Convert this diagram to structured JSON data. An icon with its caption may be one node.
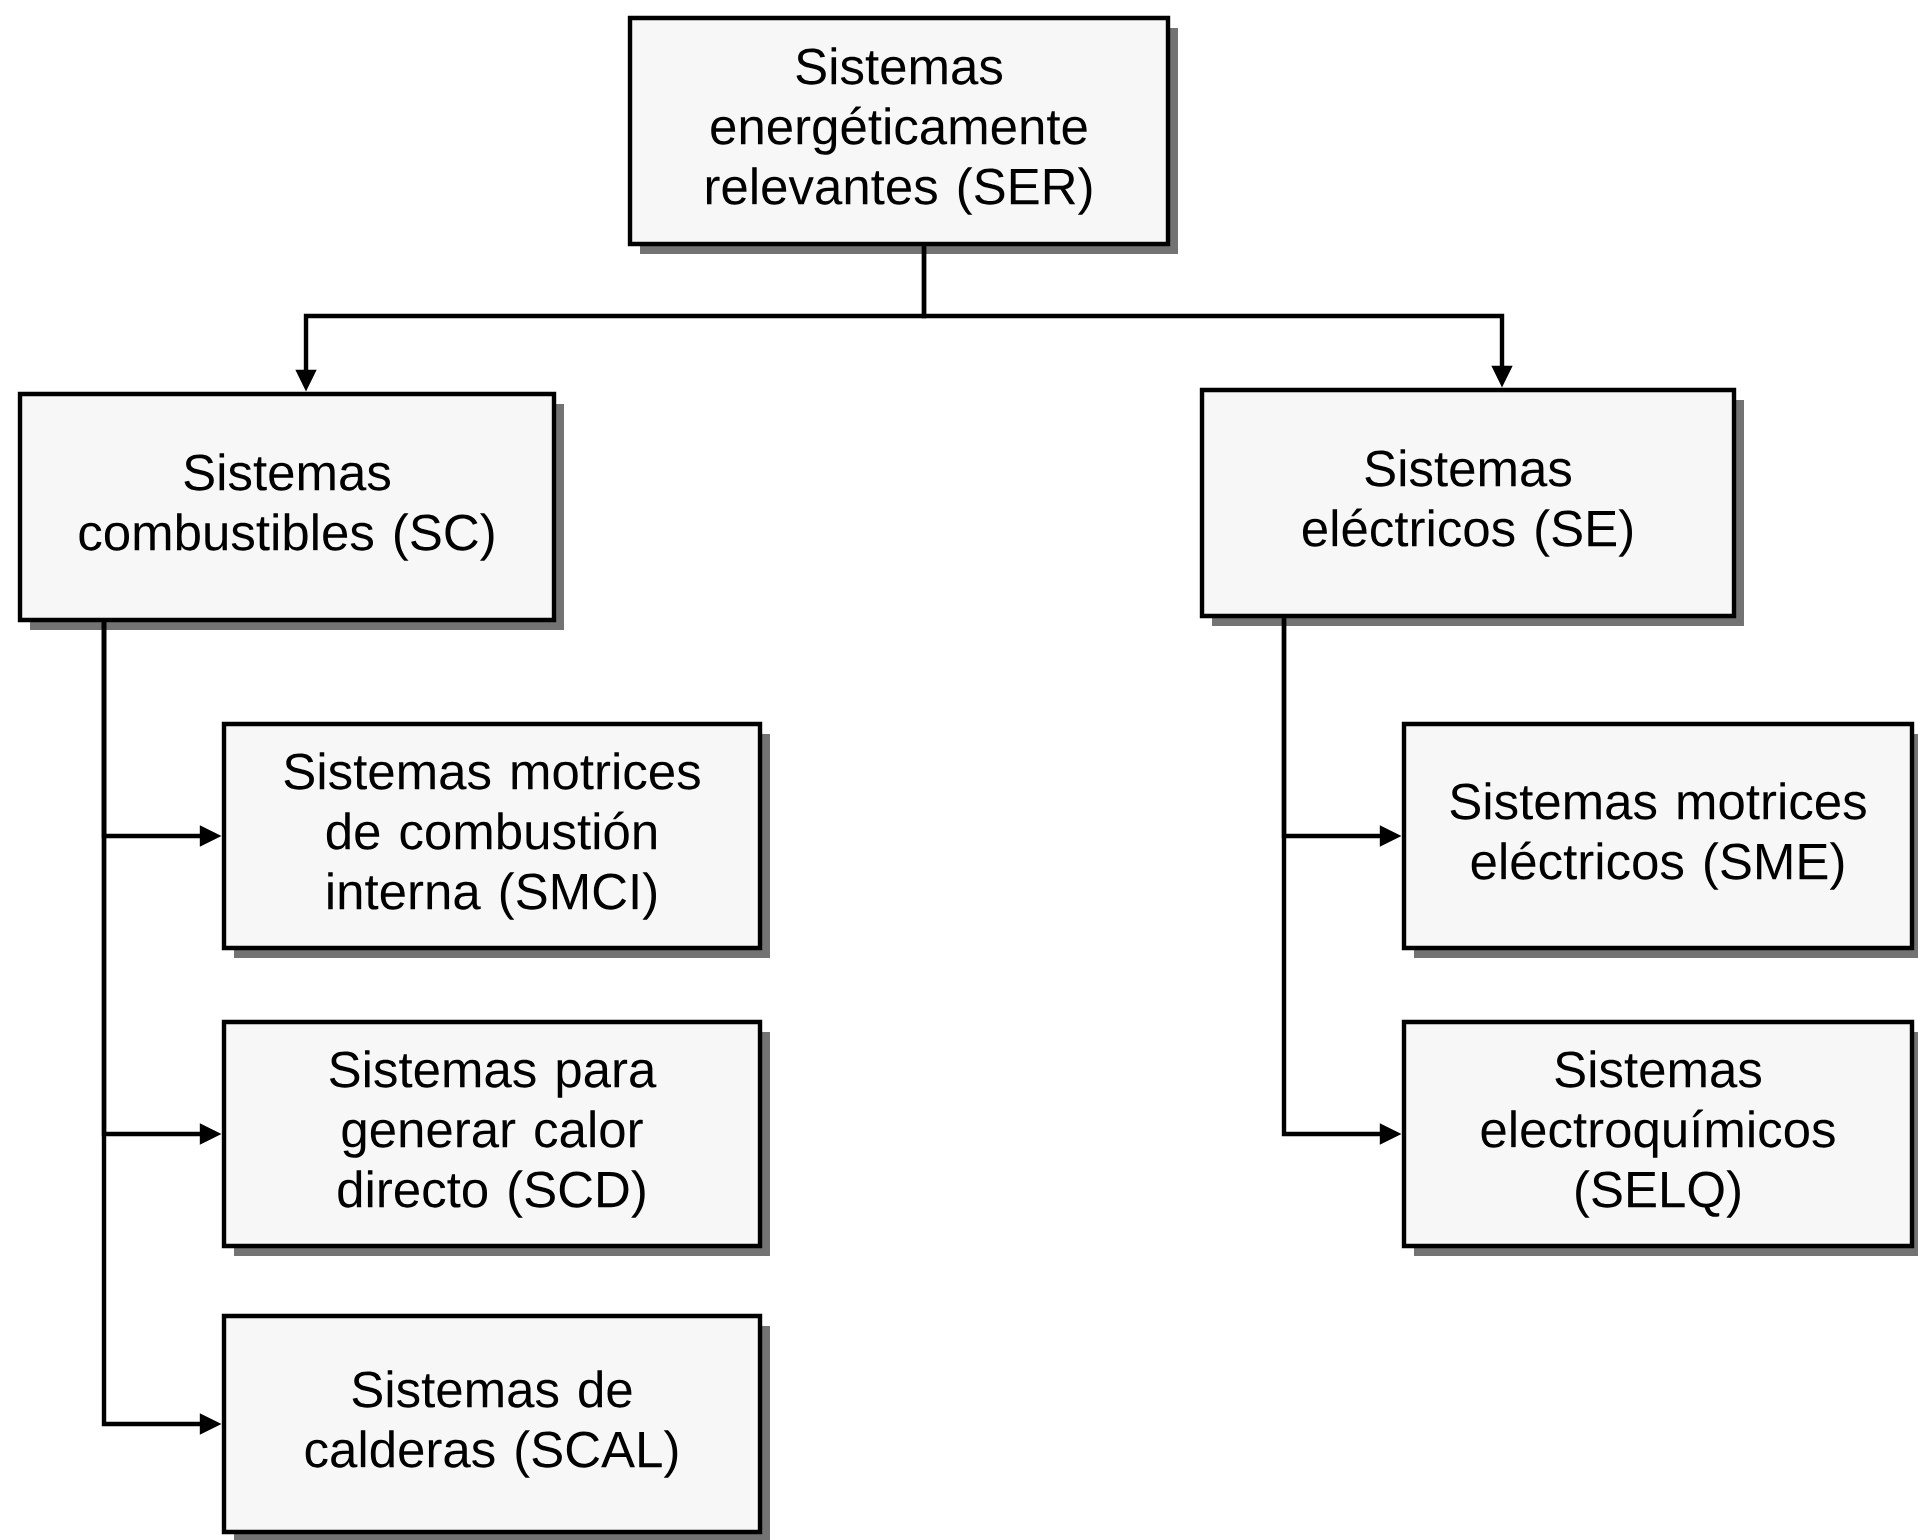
{
  "diagram": {
    "nodes": [
      {
        "text": [
          "Sistemas energéticamente relevantes (SER)"
        ]
      },
      {
        "text": [
          "Sistemas combustibles (SC)"
        ]
      },
      {
        "text": [
          "Sistemas eléctricos (SE)"
        ]
      },
      {
        "text": [
          "Sistemas motrices de combustión interna (SMCI)"
        ]
      },
      {
        "text": [
          "Sistemas para generar calor directo (SCD)"
        ]
      },
      {
        "text": [
          "Sistemas de calderas (SCAL)"
        ]
      },
      {
        "text": [
          "Sistemas motrices eléctricos (SME)"
        ]
      },
      {
        "text": [
          "Sistemas electroquímicos (SELQ)"
        ]
      }
    ],
    "edges": [
      {
        "from": 0,
        "to": 1,
        "arrow": "to"
      },
      {
        "from": 0,
        "to": 2,
        "arrow": "to"
      },
      {
        "from": 1,
        "to": 3,
        "arrow": "to"
      },
      {
        "from": 1,
        "to": 4,
        "arrow": "to"
      },
      {
        "from": 1,
        "to": 5,
        "arrow": "to"
      },
      {
        "from": 2,
        "to": 6,
        "arrow": "to"
      },
      {
        "from": 2,
        "to": 7,
        "arrow": "to"
      }
    ]
  }
}
